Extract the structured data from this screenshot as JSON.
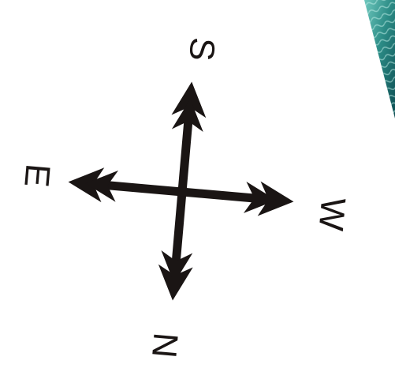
{
  "compass": {
    "label_north": "N",
    "label_south": "S",
    "label_east": "E",
    "label_west": "W"
  },
  "colors": {
    "background": "#ffffff",
    "ink": "#1a1514",
    "water_light": "#6fc8be",
    "water_mid": "#2c8c86",
    "water_dark": "#0d4d52"
  }
}
